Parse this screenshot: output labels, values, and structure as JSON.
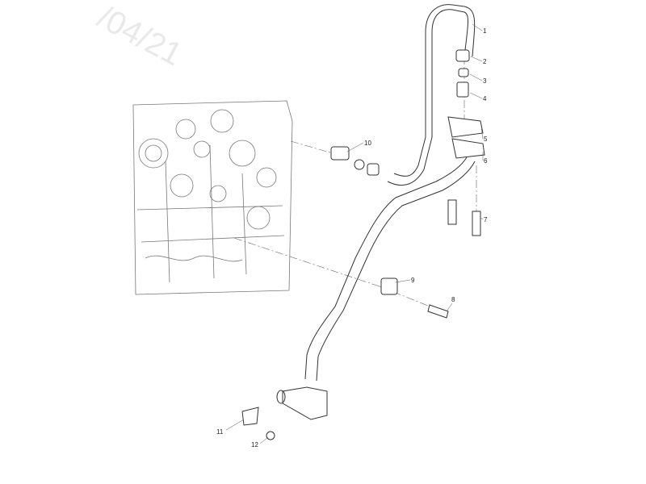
{
  "watermark": "/04/21",
  "callouts": [
    "1",
    "2",
    "3",
    "4",
    "5",
    "6",
    "7",
    "8",
    "9",
    "10",
    "11",
    "12"
  ],
  "colors": {
    "line": "#333333",
    "background": "#ffffff",
    "watermark": "#e9e9e9"
  }
}
